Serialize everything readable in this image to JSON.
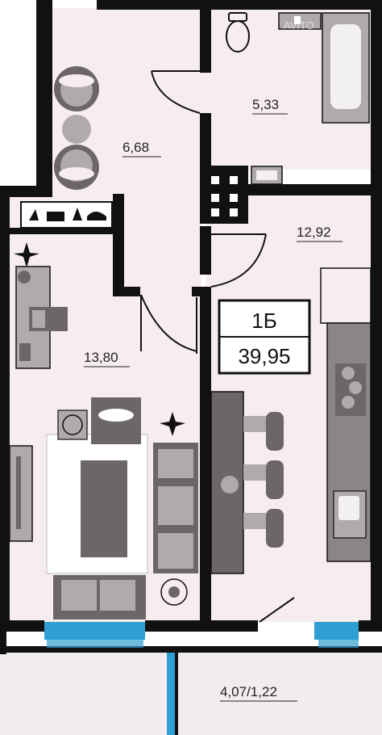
{
  "apartment": {
    "type": "1Б",
    "total_area": "39,95"
  },
  "rooms": {
    "hallway": "6,68",
    "bathroom": "5,33",
    "living_room": "13,80",
    "kitchen": "12,92",
    "balcony": "4,07/1,22"
  },
  "watermark": "AVITO",
  "colors": {
    "wall": "#111111",
    "floor": "#f7edef",
    "furniture_dark": "#6d6669",
    "furniture_mid": "#b0aaad",
    "window": "#2f9fd3"
  }
}
